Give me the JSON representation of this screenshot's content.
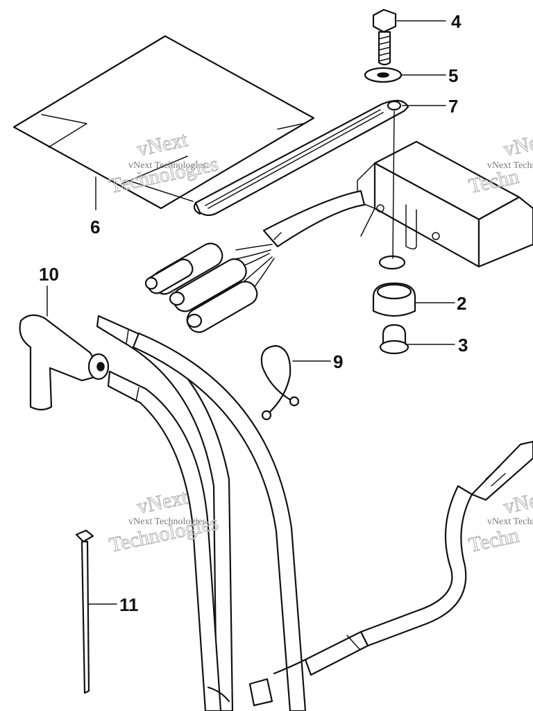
{
  "parts": [
    {
      "id": "part-2",
      "label": "2"
    },
    {
      "id": "part-3",
      "label": "3"
    },
    {
      "id": "part-4",
      "label": "4"
    },
    {
      "id": "part-5",
      "label": "5"
    },
    {
      "id": "part-6",
      "label": "6"
    },
    {
      "id": "part-7",
      "label": "7"
    },
    {
      "id": "part-9",
      "label": "9"
    },
    {
      "id": "part-10",
      "label": "10"
    },
    {
      "id": "part-11",
      "label": "11"
    }
  ],
  "watermark": {
    "line": "vNext Technologies",
    "word1": "vNext",
    "word2": "Technologies",
    "partial1": "vNe",
    "partial2": "Techn"
  }
}
